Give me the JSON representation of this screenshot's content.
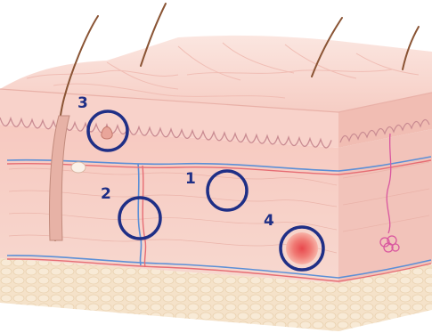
{
  "diagram": {
    "markers": [
      {
        "id": "1",
        "label": "1",
        "style": "outline"
      },
      {
        "id": "2",
        "label": "2",
        "style": "outline"
      },
      {
        "id": "3",
        "label": "3",
        "style": "outline"
      },
      {
        "id": "4",
        "label": "4",
        "style": "filled-red"
      }
    ],
    "colors": {
      "marker_ring": "#1f2f86",
      "marker_label": "#1f2f86",
      "epidermis": "#f8cfc8",
      "epidermis_top": "#fbe2dc",
      "dermis": "#f8d6cf",
      "dermis_side": "#f3c1b8",
      "subcutis": "#f4dfc4",
      "vessel_blue": "#5c8fd6",
      "vessel_red": "#e66d74",
      "hair": "#8a5434",
      "gland_pink": "#d9569f",
      "lesion_red": "#e8484d"
    }
  }
}
